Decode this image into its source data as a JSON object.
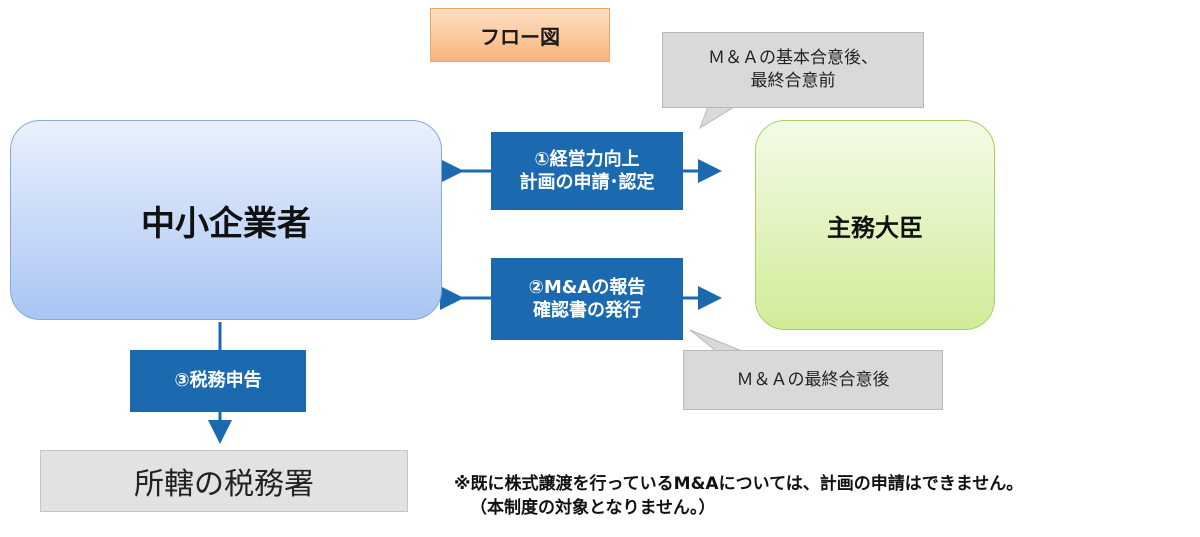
{
  "title": "フロー図",
  "nodes": {
    "smb": "中小企業者",
    "minister": "主務大臣",
    "tax_office": "所轄の税務署"
  },
  "steps": {
    "plan": {
      "line1": "①経営力向上",
      "line2": "計画の申請･認定"
    },
    "report": {
      "line1": "②M&Aの報告",
      "line2": "確認書の発行"
    },
    "tax": {
      "line1": "③税務申告"
    }
  },
  "callouts": {
    "top": {
      "line1": "Ｍ＆Ａの基本合意後、",
      "line2": "最終合意前"
    },
    "bottom": {
      "line1": "Ｍ＆Ａの最終合意後"
    }
  },
  "note": {
    "line1": "※既に株式譲渡を行っているM&Aについては、計画の申請はできません。",
    "line2": "（本制度の対象となりません。）"
  },
  "colors": {
    "arrow_blue": "#1b6ab0",
    "smb_fill": "#a9c5f3",
    "minister_fill": "#d1ec98",
    "title_fill": "#f9b47a",
    "callout_fill": "#d9d9d9"
  }
}
